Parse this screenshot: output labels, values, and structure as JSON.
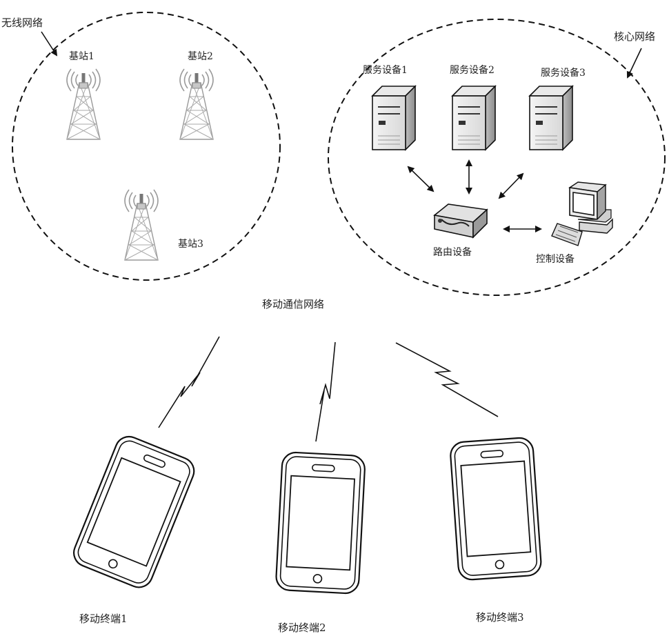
{
  "wireless_network": {
    "label": "无线网络",
    "stations": [
      {
        "label": "基站1"
      },
      {
        "label": "基站2"
      },
      {
        "label": "基站3"
      }
    ]
  },
  "core_network": {
    "label": "核心网络",
    "servers": [
      {
        "label": "服务设备1"
      },
      {
        "label": "服务设备2"
      },
      {
        "label": "服务设备3"
      }
    ],
    "router_label": "路由设备",
    "controller_label": "控制设备"
  },
  "mobile_network_label": "移动通信网络",
  "terminals": [
    {
      "label": "移动终端1"
    },
    {
      "label": "移动终端2"
    },
    {
      "label": "移动终端3"
    }
  ]
}
